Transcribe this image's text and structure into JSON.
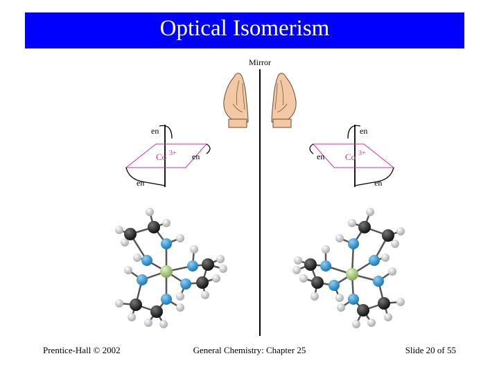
{
  "slide": {
    "title": "Optical Isomerism",
    "title_bar_color": "#0000ff",
    "footer": {
      "left": "Prentice-Hall © 2002",
      "center": "General Chemistry: Chapter 25",
      "right": "Slide 20 of 55"
    }
  },
  "diagram": {
    "mirror_label": "Mirror",
    "left_complex": {
      "metal_label": "Co",
      "charge_label": "3+",
      "ligand_top": "en",
      "ligand_right": "en",
      "ligand_bottom": "en"
    },
    "right_complex": {
      "metal_label": "Co",
      "charge_label": "3+",
      "ligand_top": "en",
      "ligand_left": "en",
      "ligand_bottom": "en"
    },
    "colors": {
      "plane": "#cc3399",
      "metal_text": "#cc3399",
      "carbon": "#1a1a1a",
      "nitrogen": "#2a8fd0",
      "hydrogen": "#d8dade",
      "cobalt": "#a8c878"
    }
  }
}
